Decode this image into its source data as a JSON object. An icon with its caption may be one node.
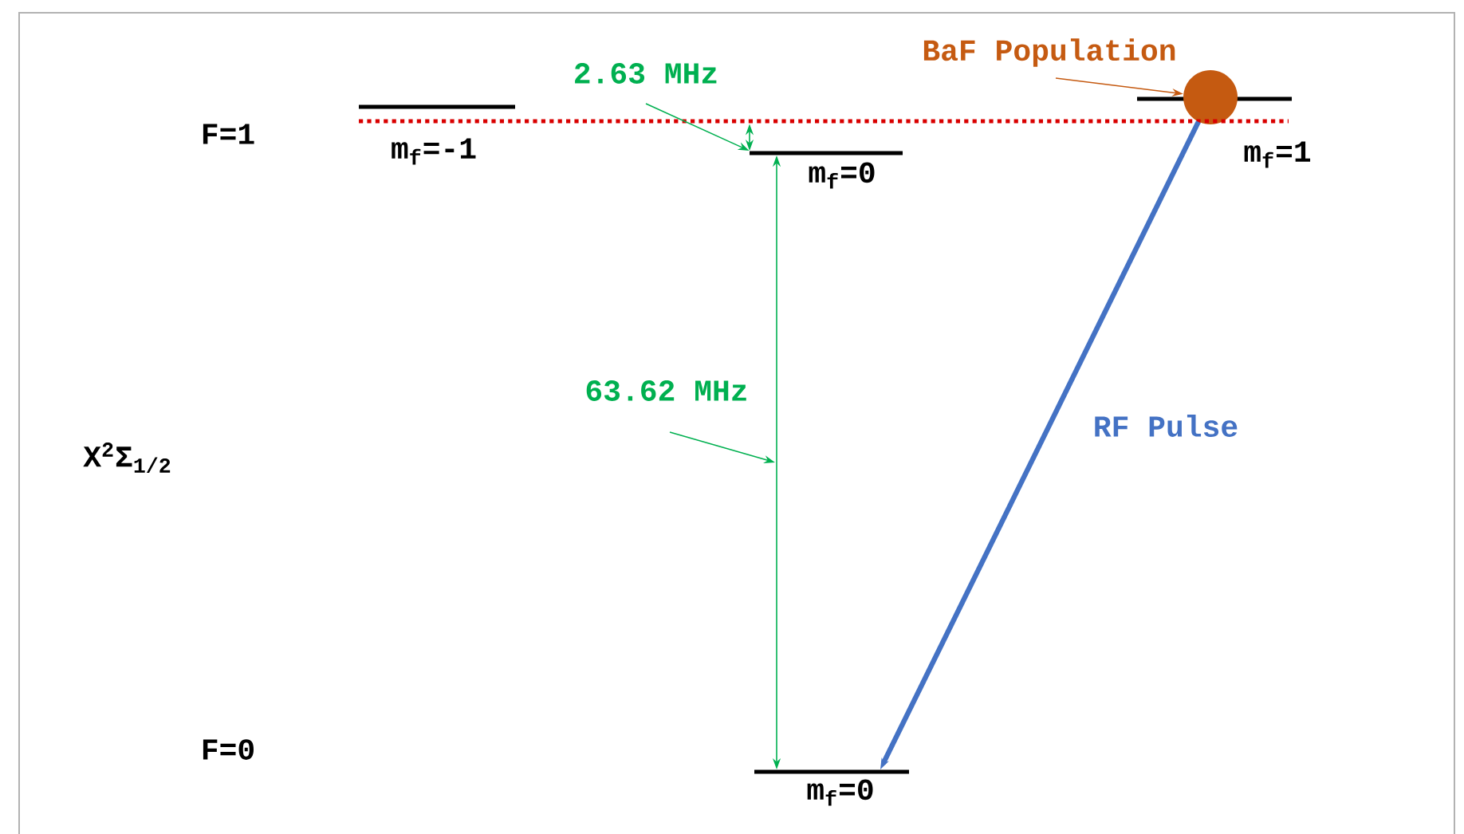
{
  "diagram": {
    "nodes": [
      {
        "text": [],
        "shape": "bar",
        "beside": [
          "m$_{f}$=-1"
        ]
      },
      {
        "text": [],
        "shape": "bar",
        "beside": [
          "m$_{f}$=0"
        ]
      },
      {
        "text": [],
        "shape": "bar"
      },
      {
        "text": [],
        "shape": "bar",
        "beside": [
          "m$_{f}$=0"
        ]
      },
      {
        "text": [],
        "shape": "circle"
      },
      {
        "text": [
          "BaF Population"
        ]
      },
      {
        "text": [
          "2.63 MHz"
        ]
      },
      {
        "text": [
          "63.62 MHz"
        ]
      },
      {
        "text": [],
        "shape": "line"
      }
    ],
    "edges": [
      {
        "from": 4,
        "to": 3,
        "arrow": "to",
        "label": "RF Pulse",
        "style": "thick",
        "color": "#4472c4"
      },
      {
        "from": 5,
        "to": 4,
        "arrow": "to",
        "color": "#c55a11"
      },
      {
        "from": 6,
        "to": 1,
        "arrow": "to"
      },
      {
        "from": 8,
        "to": 1,
        "arrow": "both"
      },
      {
        "from": 7,
        "to": null,
        "arrow": "to"
      },
      {
        "from": 1,
        "to": 3,
        "arrow": "both"
      }
    ],
    "labels": [
      "F=1",
      "m$_{f}$=1",
      "X$^{2}$Σ$_{1/2}$",
      "F=0"
    ]
  }
}
